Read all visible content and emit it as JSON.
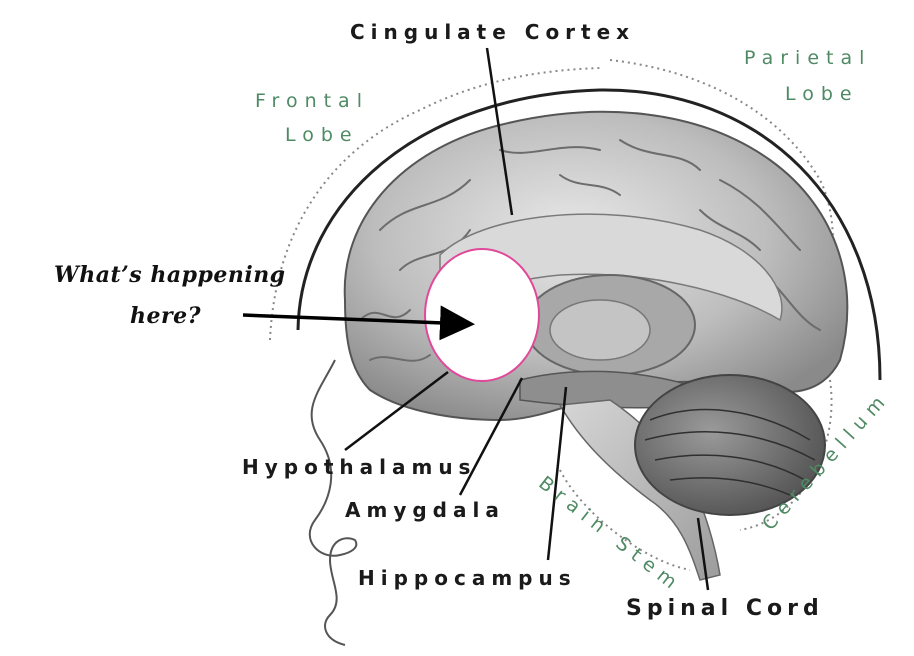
{
  "labels": {
    "cingulate_cortex": "Cingulate Cortex",
    "frontal_lobe_line1": "Frontal",
    "frontal_lobe_line2": "Lobe",
    "parietal_lobe_line1": "Parietal",
    "parietal_lobe_line2": "Lobe",
    "hypothalamus": "Hypothalamus",
    "amygdala": "Amygdala",
    "hippocampus": "Hippocampus",
    "spinal_cord": "Spinal Cord",
    "cerebellum": "Cerebellum",
    "brain_stem": "Brain Stem"
  },
  "question": {
    "line1": "What’s happening",
    "line2": "here?"
  },
  "colors": {
    "region_label": "#4f8a64",
    "structure_label": "#1a1a1a",
    "highlight_circle_stroke": "#e0489a",
    "brain_tissue": "#c7c7c7",
    "brain_shadow": "#7a7a7a"
  }
}
